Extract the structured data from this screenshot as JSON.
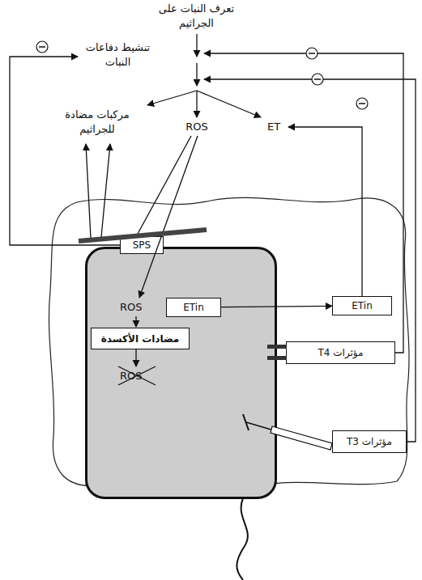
{
  "diagram": {
    "nodes": [
      {
        "text": [
          "ROS",
          "ROS"
        ]
      },
      {
        "text": [
          "ETin"
        ],
        "in": 0
      },
      {
        "text": [
          "مضادات الأكسدة"
        ],
        "in": 0
      },
      {
        "text": [
          "SPS"
        ]
      },
      {
        "text": [
          "ETin"
        ]
      },
      {
        "text": [
          "مؤثرات T4"
        ]
      },
      {
        "text": [
          "مؤثرات T3"
        ]
      }
    ],
    "edges": [
      {
        "from": 1,
        "to": 4,
        "arrow": "to"
      }
    ],
    "labels": [
      "تعرف النبات على الجراثيم",
      "تنشيط دفاعات النبات",
      "مركبات مضادة للجراثيم",
      "ROS",
      "ET"
    ]
  }
}
